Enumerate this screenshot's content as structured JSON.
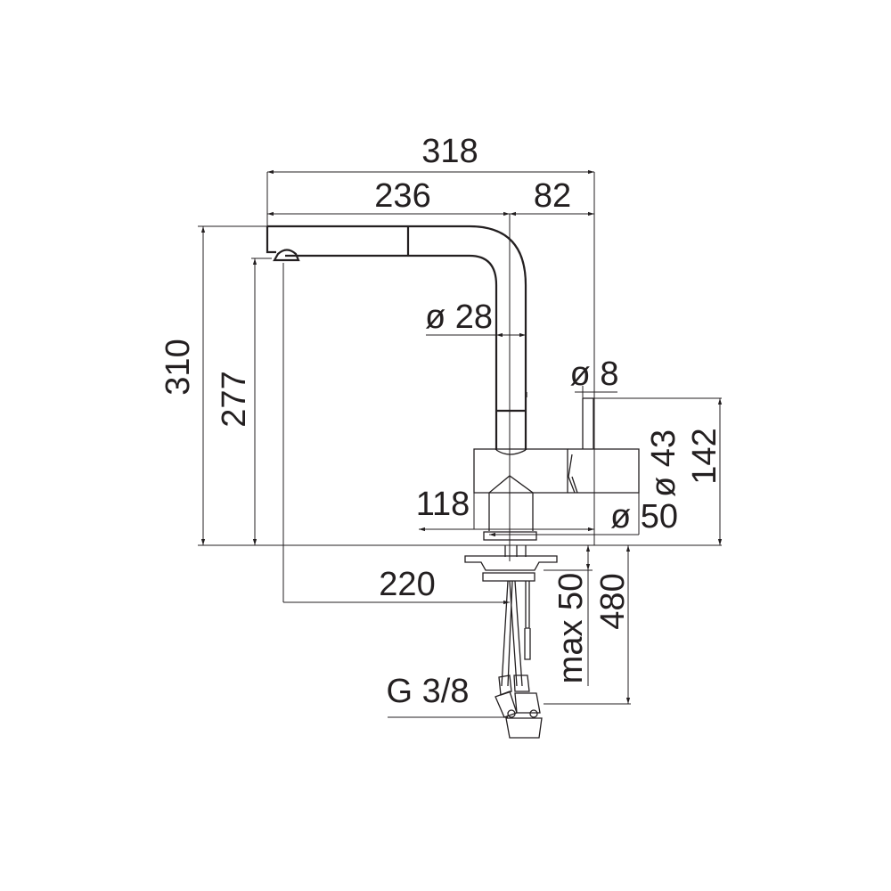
{
  "drawing": {
    "title": "Kitchen faucet dimension drawing",
    "dimensions": {
      "overall_width": "318",
      "spout_reach": "236",
      "rear_width": "82",
      "overall_height": "310",
      "outlet_height": "277",
      "spout_diameter": "ø 28",
      "lever_diameter": "ø 8",
      "body_diameter_43": "ø 43",
      "body_height": "142",
      "body_width": "118",
      "base_diameter": "ø 50",
      "outlet_to_center": "220",
      "max_deck_thickness": "max 50",
      "hose_length": "480",
      "connection_thread": "G 3/8"
    },
    "line_color": "#231f20"
  }
}
